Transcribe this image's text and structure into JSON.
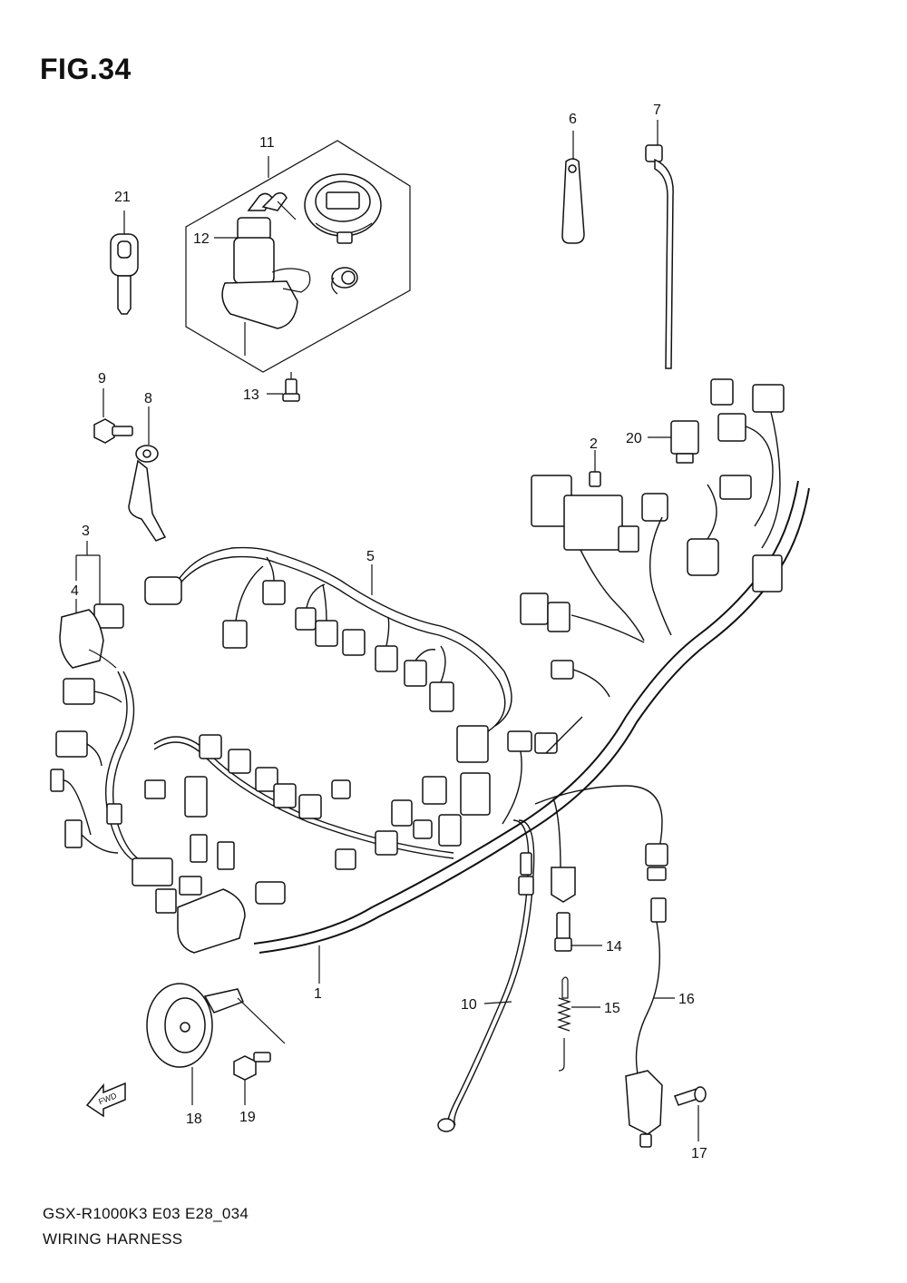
{
  "figure": {
    "title": "FIG.34"
  },
  "footer": {
    "model_code": "GSX-R1000K3 E03 E28_034",
    "caption": "WIRING HARNESS"
  },
  "fwd_arrow": {
    "label": "FWD"
  },
  "callouts": {
    "c1": "1",
    "c2": "2",
    "c3": "3",
    "c4": "4",
    "c5": "5",
    "c6": "6",
    "c7": "7",
    "c8": "8",
    "c9": "9",
    "c10": "10",
    "c11": "11",
    "c12": "12",
    "c13": "13",
    "c14": "14",
    "c15": "15",
    "c16": "16",
    "c17": "17",
    "c18": "18",
    "c19": "19",
    "c20": "20",
    "c21": "21"
  }
}
